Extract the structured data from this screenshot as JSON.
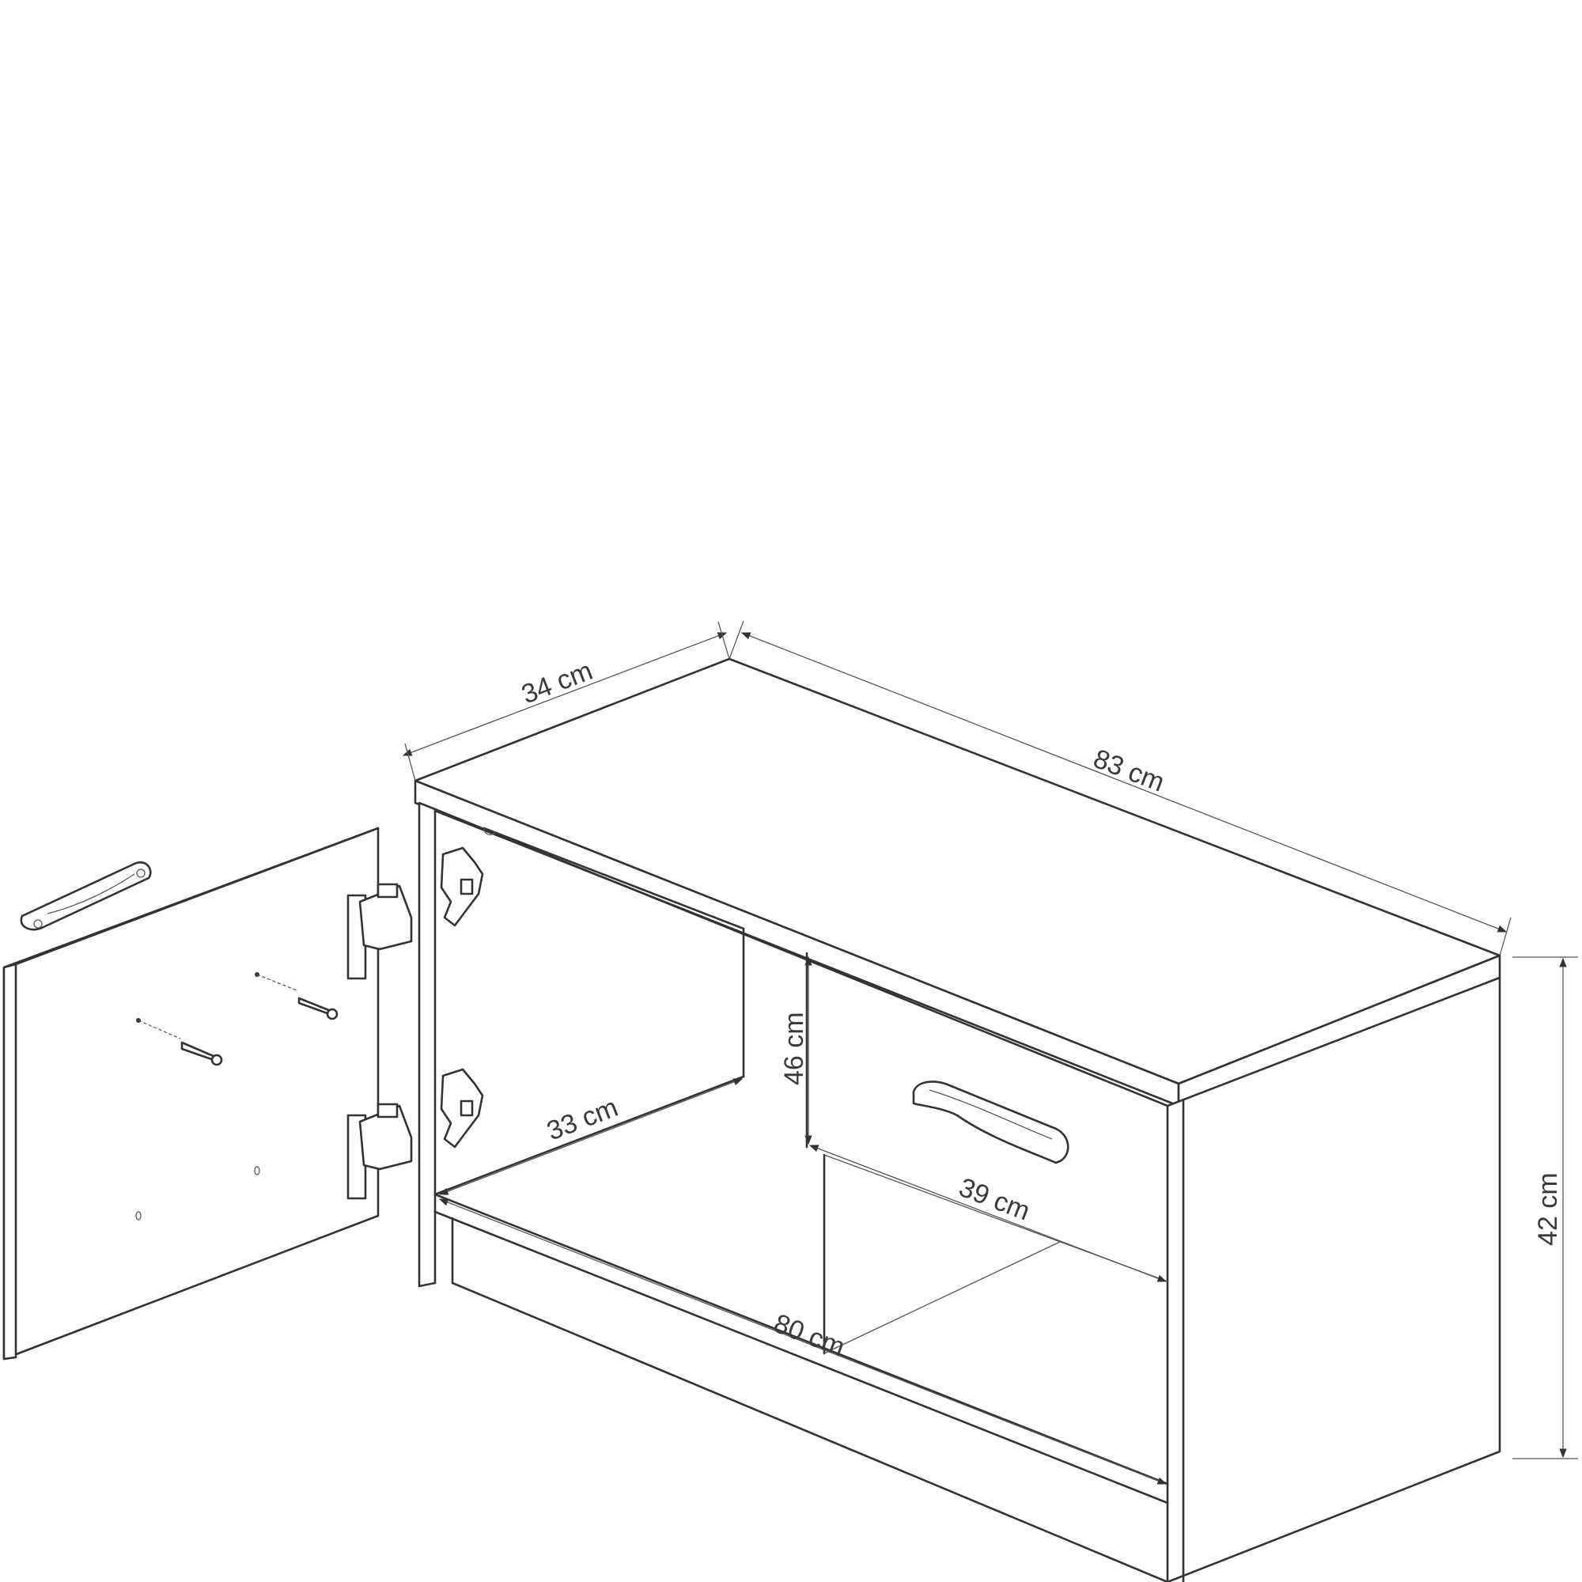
{
  "dimensions": {
    "depth": "34 cm",
    "width": "83 cm",
    "height": "42 cm",
    "inner_height": "46 cm",
    "inner_depth": "33 cm",
    "compartment_width": "39 cm",
    "inner_width": "80 cm"
  },
  "colors": {
    "line": "#333333",
    "background": "#ffffff"
  },
  "icons": [
    "handle-icon",
    "hinge-icon",
    "screw-icon",
    "mounting-plate-icon"
  ]
}
